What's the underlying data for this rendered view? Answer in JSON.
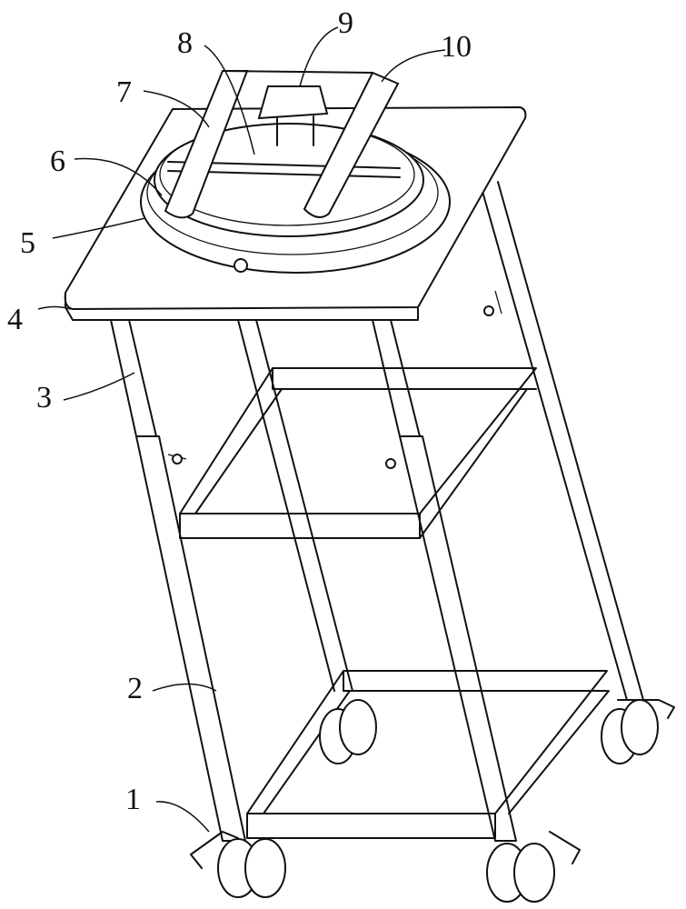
{
  "figure": {
    "labels": [
      "1",
      "2",
      "3",
      "4",
      "5",
      "6",
      "7",
      "8",
      "9",
      "10"
    ]
  }
}
